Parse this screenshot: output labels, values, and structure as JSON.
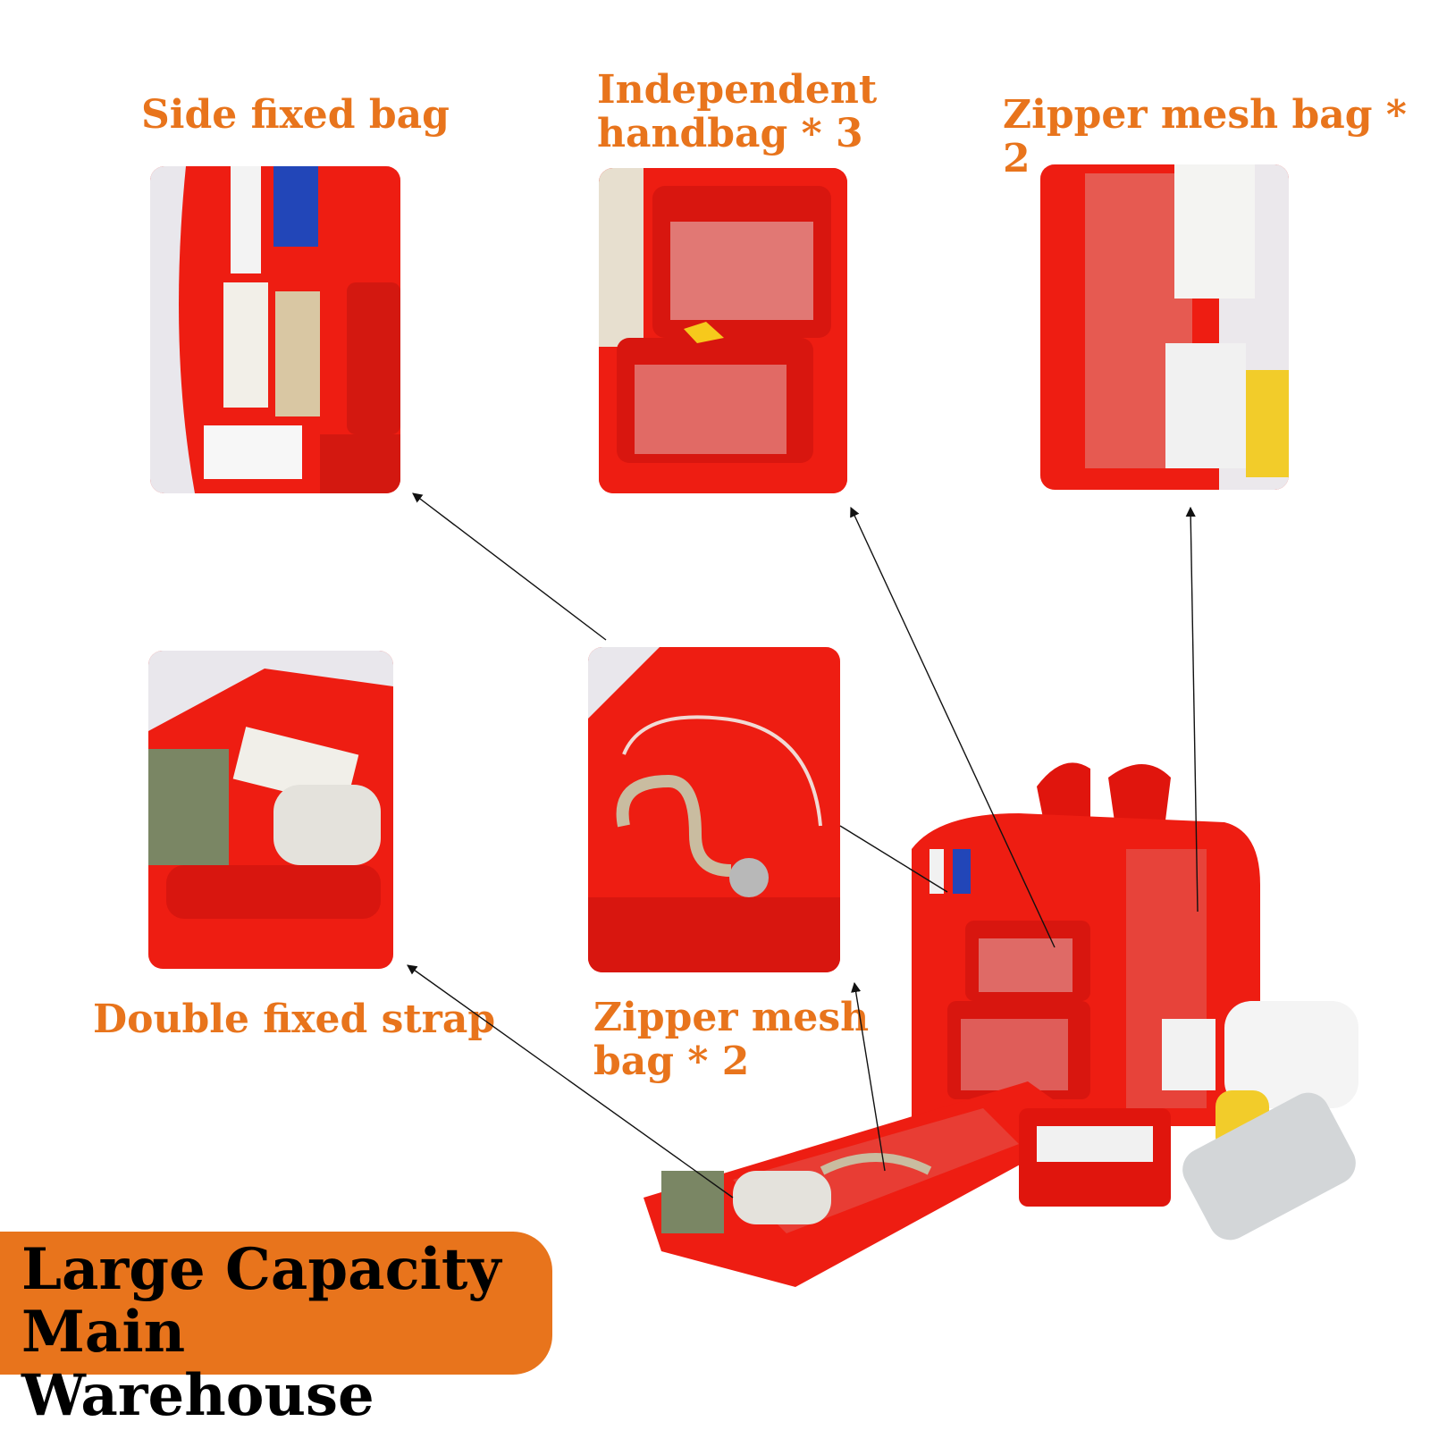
{
  "labels": {
    "side_fixed_bag": "Side fixed bag",
    "independent_handbag": [
      "Independent",
      "handbag * 3"
    ],
    "zipper_mesh_top": "Zipper mesh bag * 2",
    "double_fixed_strap": "Double fixed strap",
    "zipper_mesh_mid": [
      "Zipper mesh",
      "bag * 2"
    ]
  },
  "banner": {
    "lines": [
      "Large Capacity",
      "Main Warehouse"
    ]
  },
  "colors": {
    "accent_orange": "#e8741c",
    "bag_red": "#ee1d12",
    "banner_text": "#000000"
  }
}
